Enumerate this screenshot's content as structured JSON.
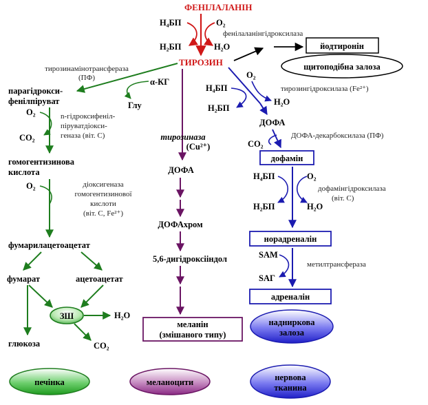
{
  "colors": {
    "red": "#d01818",
    "green": "#1e7d1e",
    "purple": "#6a1463",
    "blue": "#1b1bb0",
    "black": "#000000"
  },
  "top": {
    "phenylalanine": "ФЕНІЛАЛАНІН",
    "h4bp": "Н₄БП",
    "o2": "О₂",
    "enzyme": "фенілаланінгідроксилаза",
    "h2bp": "Н₂БП",
    "h2o": "Н₂О",
    "tyrosine": "ТИРОЗИН",
    "iodothyronine": "йодтиронін",
    "thyroid": "щитоподібна залоза"
  },
  "left": {
    "enzyme1_line1": "тирозинамінотрансфераза",
    "enzyme1_line2": "(ПФ)",
    "akg": "α-КГ",
    "glu": "Глу",
    "php_line1": "парагідрокси-",
    "php_line2": "фенілпіруват",
    "o2": "О₂",
    "co2": "СО₂",
    "enzyme2_line1": "n-гідроксифеніл-",
    "enzyme2_line2": "піруватдіокси-",
    "enzyme2_line3": "геназа (віт. С)",
    "hga_line1": "гомогентизинова",
    "hga_line2": "кислота",
    "o2b": "О₂",
    "enzyme3_line1": "діоксигеназа",
    "enzyme3_line2": "гомогентизинової",
    "enzyme3_line3": "кислоти",
    "enzyme3_line4": "(віт. С, Fe²⁺)",
    "fumarylacetoacetate": "фумарилацетоацетат",
    "fumarate": "фумарат",
    "acetoacetate": "ацетоацетат",
    "tca": "ЗШ",
    "h2o": "Н₂О",
    "glucose": "глюкоза",
    "co2b": "СО₂",
    "liver": "печінка"
  },
  "middle": {
    "tyrosinase": "тирозиназа",
    "cu": "(Cu²⁺)",
    "dopa": "ДОФА",
    "dopachrome": "ДОФАхром",
    "dihydroxyindole": "5,6-дигідроксііндол",
    "melanin_line1": "меланін",
    "melanin_line2": "(змішаного типу)",
    "melanocytes": "меланоцити"
  },
  "right": {
    "o2": "О₂",
    "h4bp": "Н₄БП",
    "enzyme1": "тирозингідроксилаза (Fe²⁺)",
    "h2bp": "Н₂БП",
    "h2o": "Н₂О",
    "dopa": "ДОФА",
    "co2": "СО₂",
    "enzyme2": "ДОФА-декарбоксилаза (ПФ)",
    "dopamine": "дофамін",
    "h4bp2": "Н₄БП",
    "o2b": "О₂",
    "enzyme3_line1": "дофамінгідроксилаза",
    "enzyme3_line2": "(віт. С)",
    "h2bp2": "Н₂БП",
    "h2o2": "Н₂О",
    "noradrenaline": "норадреналін",
    "sam": "SAM",
    "enzyme4": "метилтрансфераза",
    "sag": "SAГ",
    "adrenaline": "адреналін",
    "adrenal_line1": "надниркова",
    "adrenal_line2": "залоза",
    "nervous_line1": "нервова",
    "nervous_line2": "тканина"
  }
}
